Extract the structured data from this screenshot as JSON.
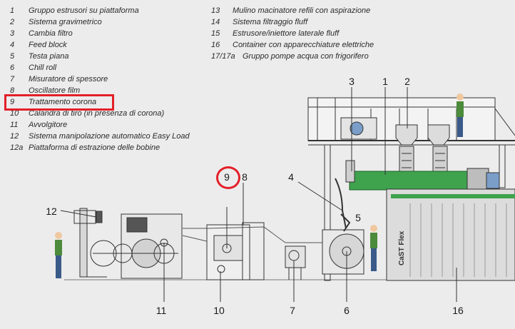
{
  "legend_left": [
    {
      "num": "1",
      "text": "Gruppo estrusori su piattaforma"
    },
    {
      "num": "2",
      "text": "Sistema gravimetrico"
    },
    {
      "num": "3",
      "text": "Cambia filtro"
    },
    {
      "num": "4",
      "text": "Feed block"
    },
    {
      "num": "5",
      "text": "Testa piana"
    },
    {
      "num": "6",
      "text": "Chill roll"
    },
    {
      "num": "7",
      "text": "Misuratore di spessore"
    },
    {
      "num": "8",
      "text": "Oscillatore film"
    },
    {
      "num": "9",
      "text": "Trattamento corona"
    },
    {
      "num": "10",
      "text": "Calandra di tiro (in presenza di corona)"
    },
    {
      "num": "11",
      "text": "Avvolgitore"
    },
    {
      "num": "12",
      "text": "Sistema manipolazione automatico Easy Load"
    },
    {
      "num": "12a",
      "text": "Piattaforma di estrazione delle bobine"
    }
  ],
  "legend_right": [
    {
      "num": "13",
      "text": "Mulino macinatore refili con aspirazione"
    },
    {
      "num": "14",
      "text": "Sistema filtraggio fluff"
    },
    {
      "num": "15",
      "text": "Estrusore/iniettore laterale fluff"
    },
    {
      "num": "16",
      "text": "Container con apparecchiature elettriche"
    },
    {
      "num": "17/17a",
      "text": "Gruppo pompe acqua con frigorifero"
    }
  ],
  "callouts": [
    "1",
    "2",
    "3",
    "4",
    "5",
    "6",
    "7",
    "8",
    "9",
    "10",
    "11",
    "12",
    "16"
  ],
  "machine_label": "CaST Flex",
  "colors": {
    "highlight": "#e32028",
    "line": "#333333",
    "extruder": "#3fa34d",
    "person_shirt": "#4c8a3c",
    "person_pants": "#3a5a8a",
    "background": "#ececec"
  }
}
